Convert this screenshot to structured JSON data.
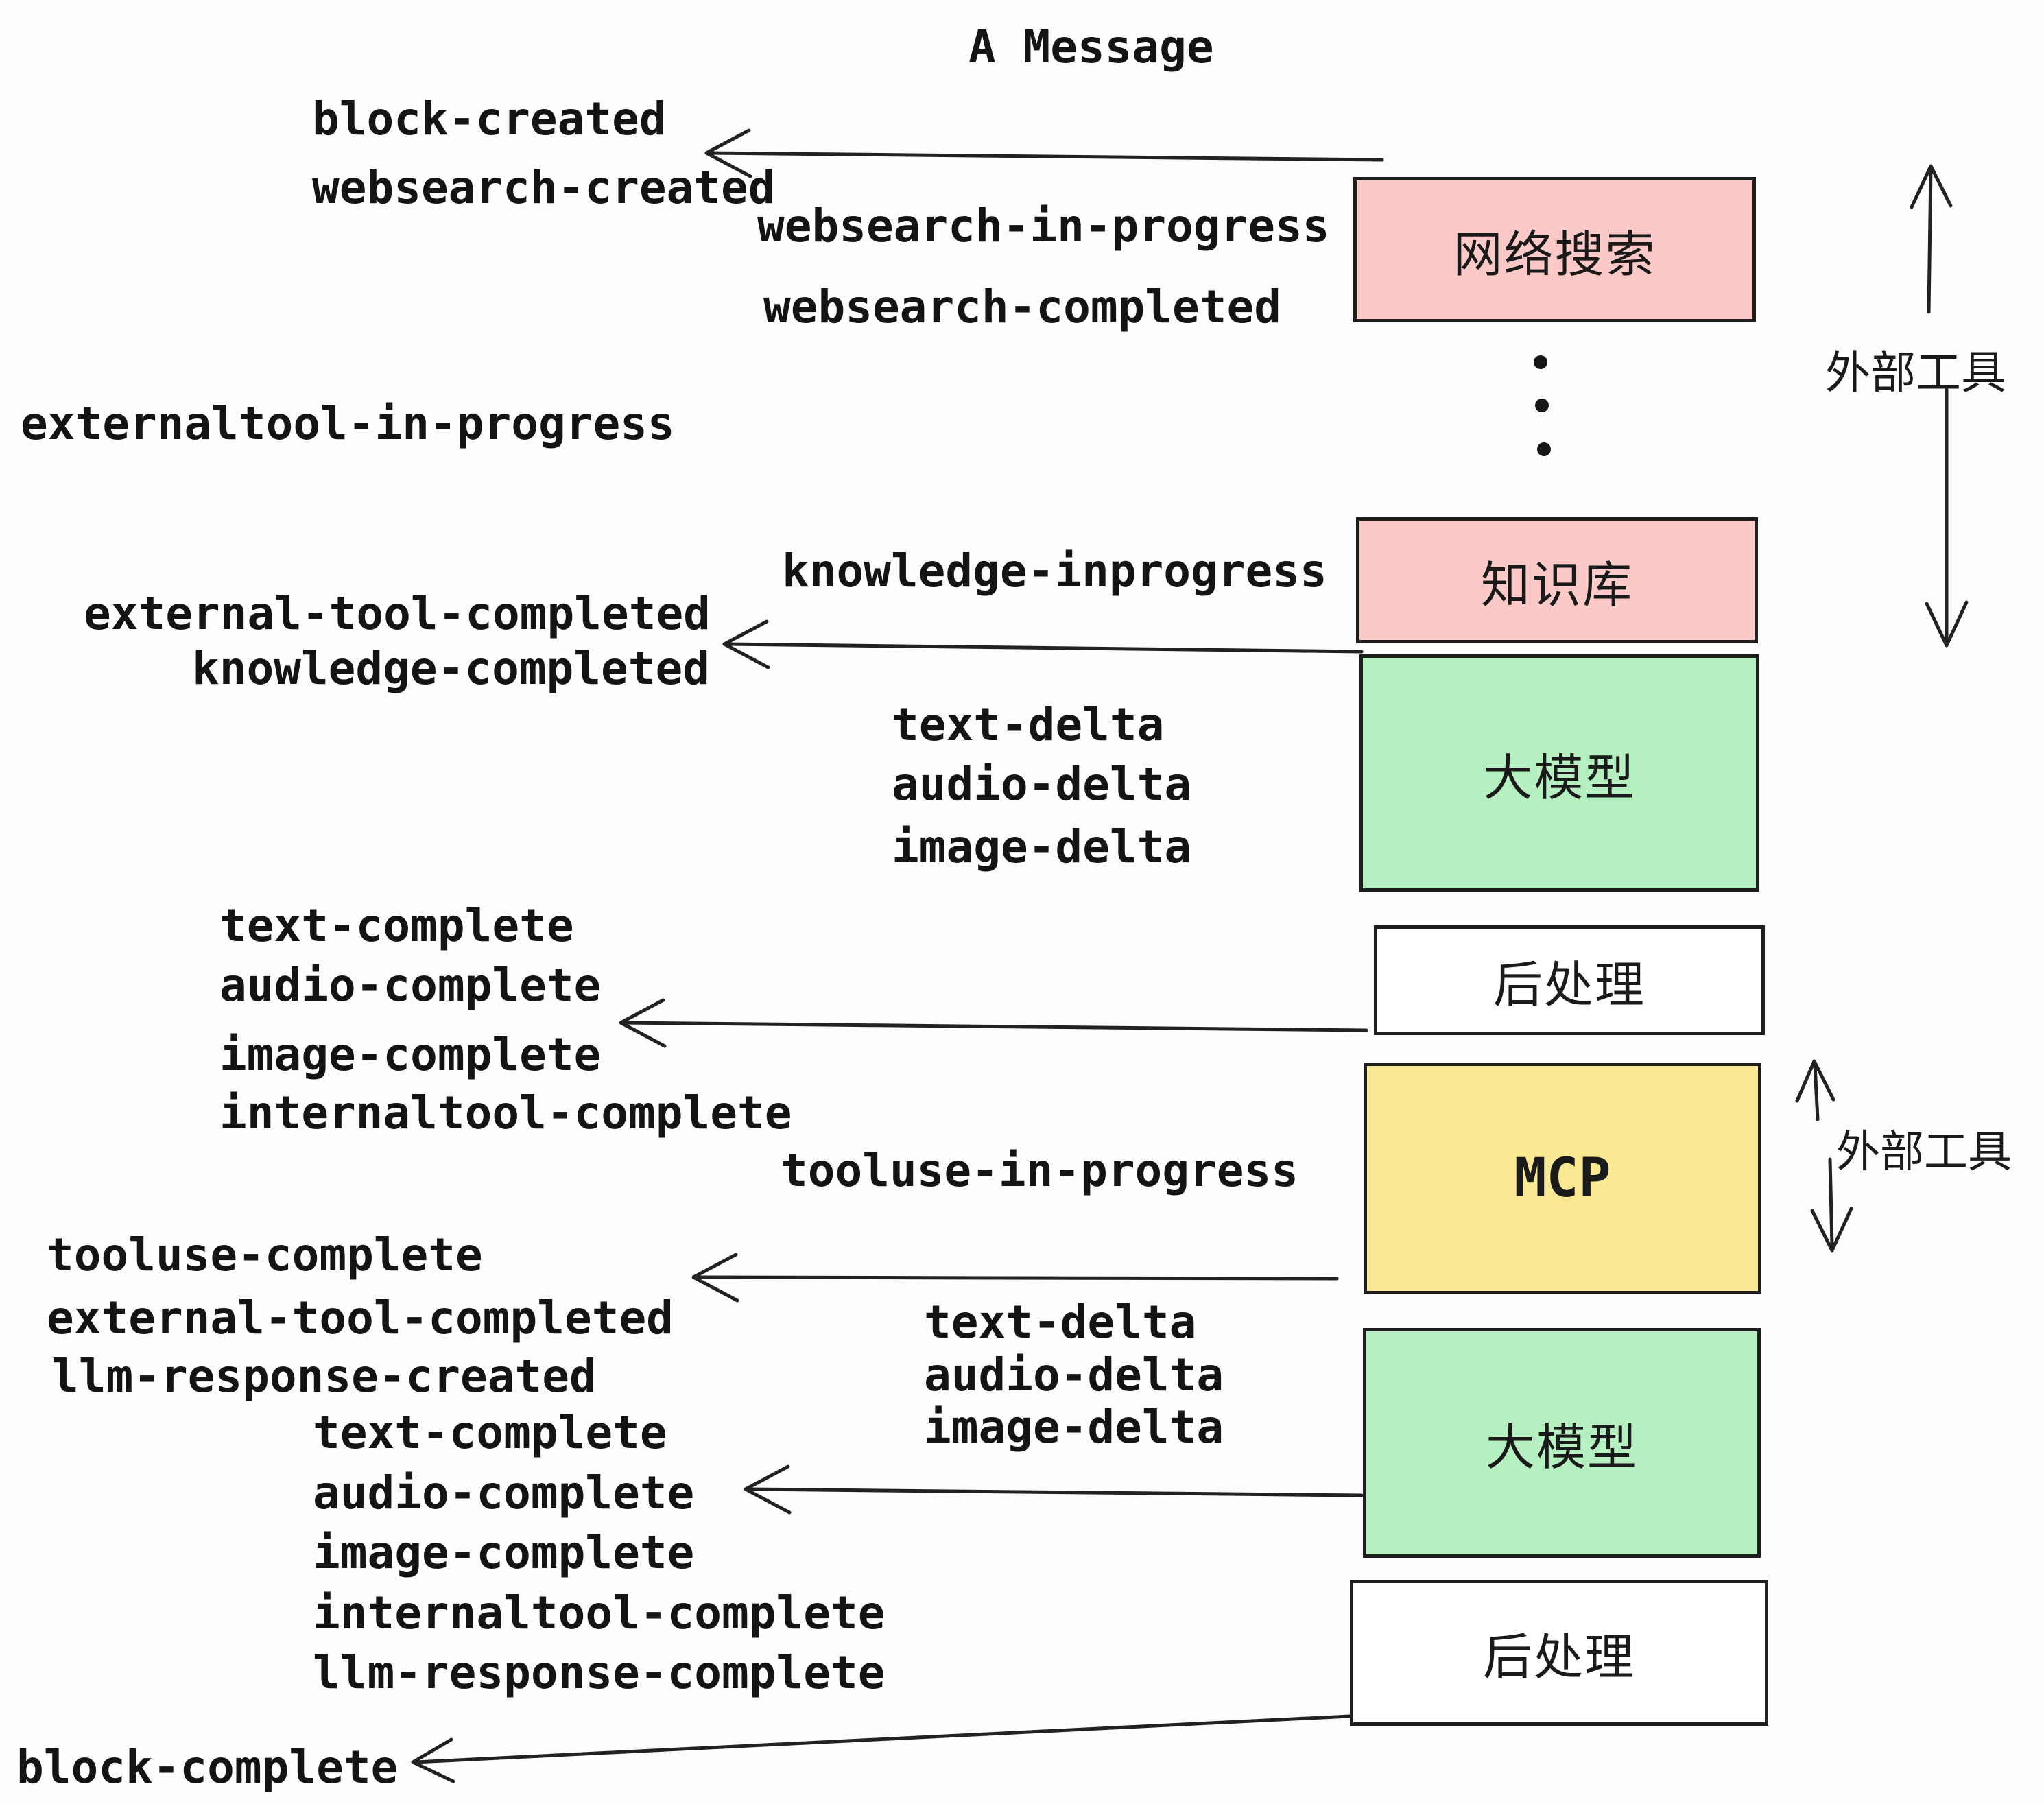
{
  "title": "A Message",
  "colors": {
    "pink": "#fcc9c9",
    "green": "#b6f0c1",
    "yellow": "#fae992",
    "white": "#ffffff",
    "border": "#1e1e1e",
    "ink": "#222222"
  },
  "boxes": [
    {
      "label": "网络搜索",
      "bg": "#fcc9c9"
    },
    {
      "label": "知识库",
      "bg": "#fcc9c9"
    },
    {
      "label": "大模型",
      "bg": "#b6f0c1"
    },
    {
      "label": "后处理",
      "bg": "#ffffff"
    },
    {
      "label": "MCP",
      "bg": "#fae992"
    },
    {
      "label": "大模型",
      "bg": "#b6f0c1"
    },
    {
      "label": "后处理",
      "bg": "#ffffff"
    }
  ],
  "events": [
    "block-created",
    "websearch-created",
    "websearch-in-progress",
    "websearch-completed",
    "externaltool-in-progress",
    "knowledge-inprogress",
    "external-tool-completed",
    "knowledge-completed",
    "text-delta",
    "audio-delta",
    "image-delta",
    "text-complete",
    "audio-complete",
    "image-complete",
    "internaltool-complete",
    "tooluse-in-progress",
    "tooluse-complete",
    "external-tool-completed",
    "llm-response-created",
    "text-delta",
    "audio-delta",
    "image-delta",
    "text-complete",
    "audio-complete",
    "image-complete",
    "internaltool-complete",
    "llm-response-complete",
    "block-complete"
  ],
  "side_labels": {
    "external_tools_top": "外部工具",
    "external_tools_mcp": "外部工具"
  }
}
